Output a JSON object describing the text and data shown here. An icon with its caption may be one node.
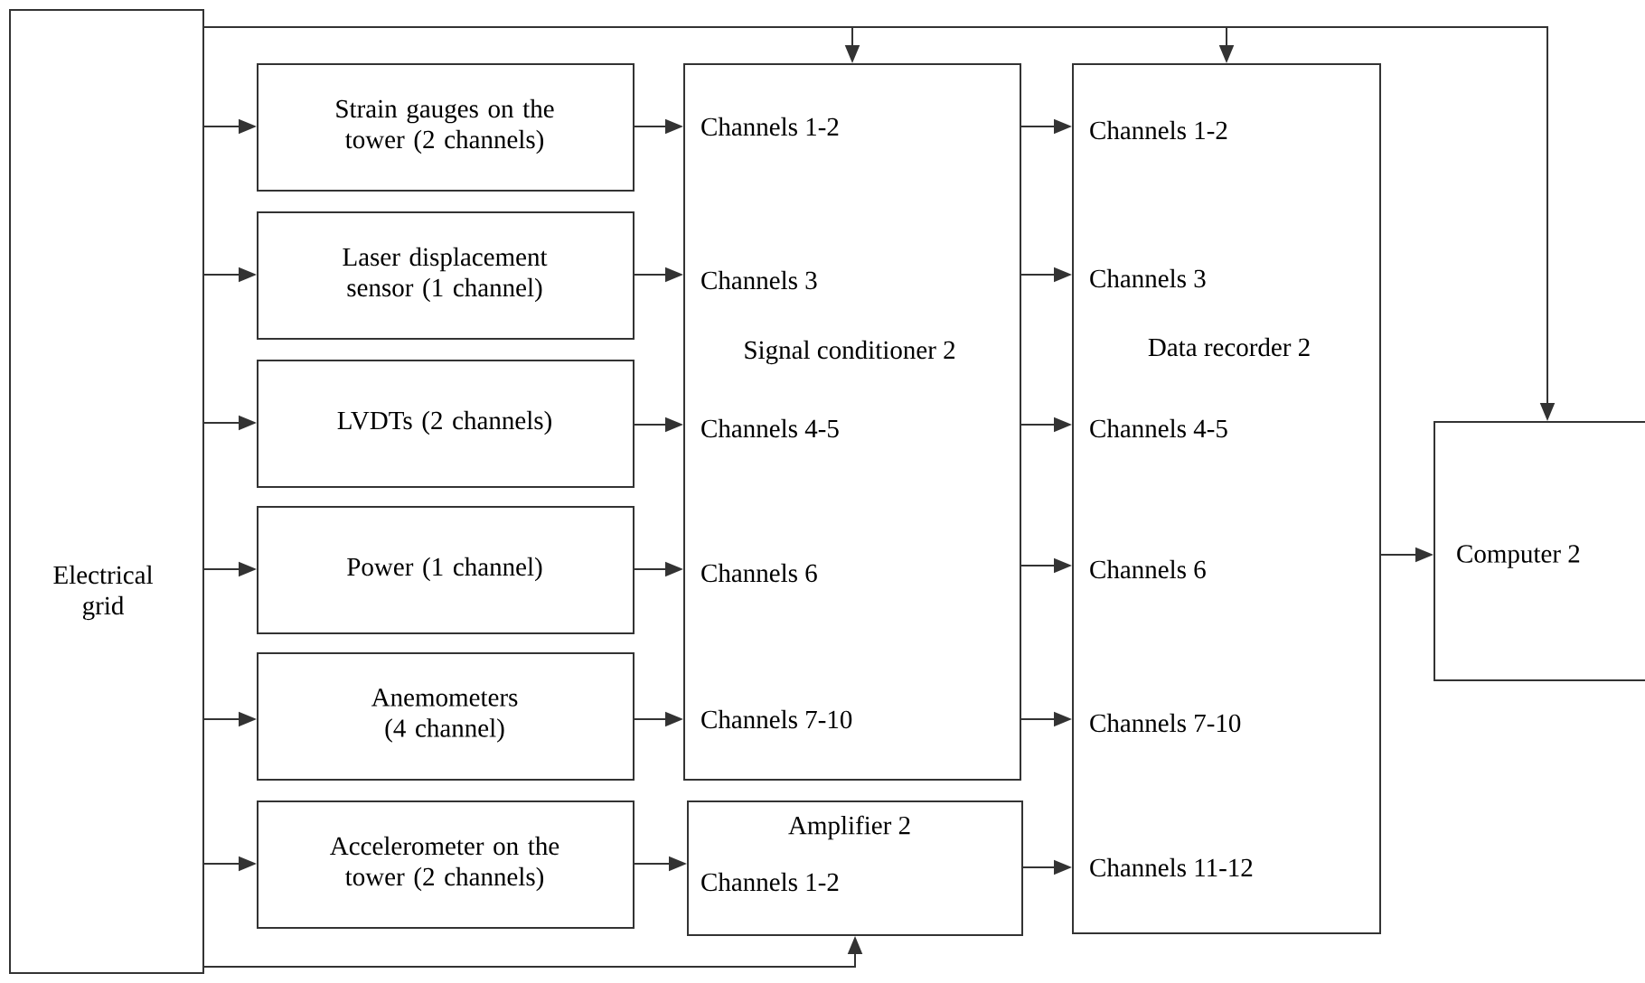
{
  "diagram": {
    "nodes": [
      {
        "text": [
          "Electrical grid"
        ]
      },
      {
        "text": [
          "Strain gauges on the tower (2 channels)"
        ]
      },
      {
        "text": [
          "Laser displacement sensor (1 channel)"
        ]
      },
      {
        "text": [
          "LVDTs (2 channels)"
        ]
      },
      {
        "text": [
          "Power (1 channel)"
        ]
      },
      {
        "text": [
          "Anemometers (4 channel)"
        ]
      },
      {
        "text": [
          "Accelerometer on the tower (2 channels)"
        ]
      },
      {
        "text": [
          "Channels 1-2",
          "Channels 3",
          "Signal conditioner 2",
          "Channels 4-5",
          "Channels 6",
          "Channels 7-10"
        ]
      },
      {
        "text": [
          "Amplifier 2",
          "Channels 1-2"
        ]
      },
      {
        "text": [
          "Channels 1-2",
          "Channels 3",
          "Data recorder 2",
          "Channels 4-5",
          "Channels 6",
          "Channels 7-10",
          "Channels 11-12"
        ]
      },
      {
        "text": [
          "Computer 2"
        ]
      }
    ],
    "edges": [
      {
        "from": 0,
        "to": 1,
        "arrow": "to"
      },
      {
        "from": 0,
        "to": 2,
        "arrow": "to"
      },
      {
        "from": 0,
        "to": 3,
        "arrow": "to"
      },
      {
        "from": 0,
        "to": 4,
        "arrow": "to"
      },
      {
        "from": 0,
        "to": 5,
        "arrow": "to"
      },
      {
        "from": 0,
        "to": 6,
        "arrow": "to"
      },
      {
        "from": 1,
        "to": 7,
        "arrow": "to"
      },
      {
        "from": 2,
        "to": 7,
        "arrow": "to"
      },
      {
        "from": 3,
        "to": 7,
        "arrow": "to"
      },
      {
        "from": 4,
        "to": 7,
        "arrow": "to"
      },
      {
        "from": 5,
        "to": 7,
        "arrow": "to"
      },
      {
        "from": 6,
        "to": 8,
        "arrow": "to"
      },
      {
        "from": 7,
        "to": 9,
        "arrow": "to"
      },
      {
        "from": 7,
        "to": 9,
        "arrow": "to"
      },
      {
        "from": 7,
        "to": 9,
        "arrow": "to"
      },
      {
        "from": 7,
        "to": 9,
        "arrow": "to"
      },
      {
        "from": 7,
        "to": 9,
        "arrow": "to"
      },
      {
        "from": 8,
        "to": 9,
        "arrow": "to"
      },
      {
        "from": 9,
        "to": 10,
        "arrow": "to"
      },
      {
        "from": 0,
        "to": 7,
        "arrow": "to"
      },
      {
        "from": 0,
        "to": 9,
        "arrow": "to"
      },
      {
        "from": 0,
        "to": 10,
        "arrow": "to"
      },
      {
        "from": 0,
        "to": 8,
        "arrow": "to"
      }
    ]
  }
}
